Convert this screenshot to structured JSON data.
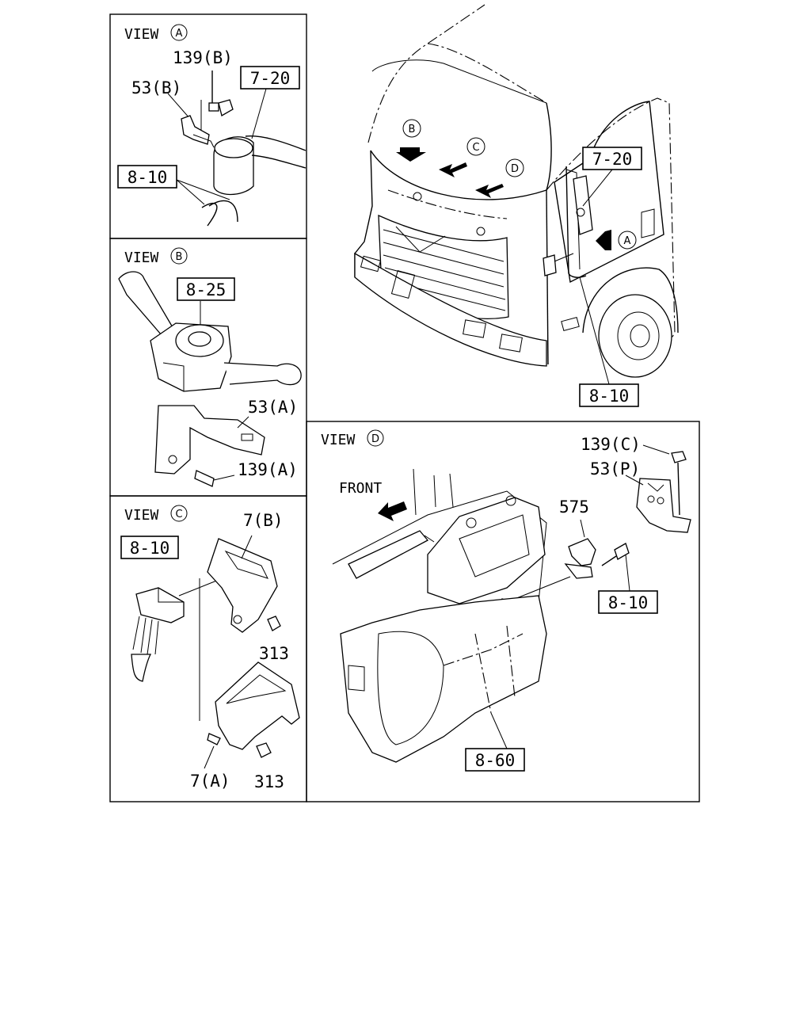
{
  "views": {
    "a": {
      "title": "VIEW",
      "letter": "A",
      "parts": [
        "139(B)",
        "53(B)",
        "7-20",
        "8-10"
      ]
    },
    "b": {
      "title": "VIEW",
      "letter": "B",
      "parts": [
        "8-25",
        "53(A)",
        "139(A)"
      ]
    },
    "c": {
      "title": "VIEW",
      "letter": "C",
      "parts": [
        "7(B)",
        "8-10",
        "313",
        "313",
        "7(A)"
      ]
    },
    "d": {
      "title": "VIEW",
      "letter": "D",
      "parts": [
        "139(C)",
        "53(P)",
        "FRONT",
        "575",
        "8-10",
        "8-60"
      ]
    }
  },
  "truck": {
    "arrow_letters": [
      "B",
      "C",
      "D",
      "A"
    ],
    "parts": [
      "7-20",
      "8-10"
    ]
  }
}
